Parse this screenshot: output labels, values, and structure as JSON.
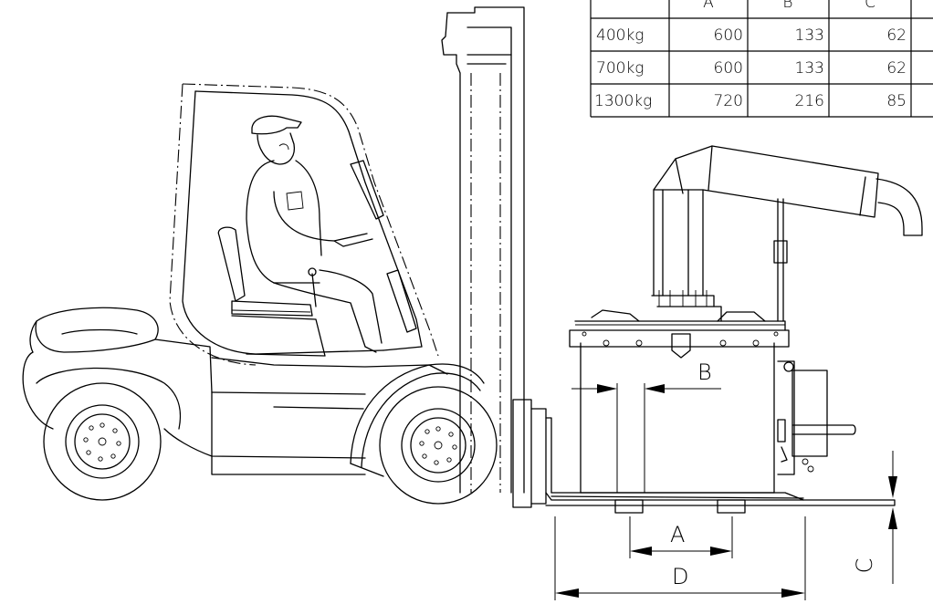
{
  "table": {
    "columns": [
      "",
      "A",
      "B",
      "C"
    ],
    "rows": [
      [
        "400kg",
        "600",
        "133",
        "62"
      ],
      [
        "700kg",
        "600",
        "133",
        "62"
      ],
      [
        "1300kg",
        "720",
        "216",
        "85"
      ]
    ]
  },
  "dimension_labels": {
    "A": "A",
    "B": "B",
    "C": "C",
    "D": "D"
  }
}
